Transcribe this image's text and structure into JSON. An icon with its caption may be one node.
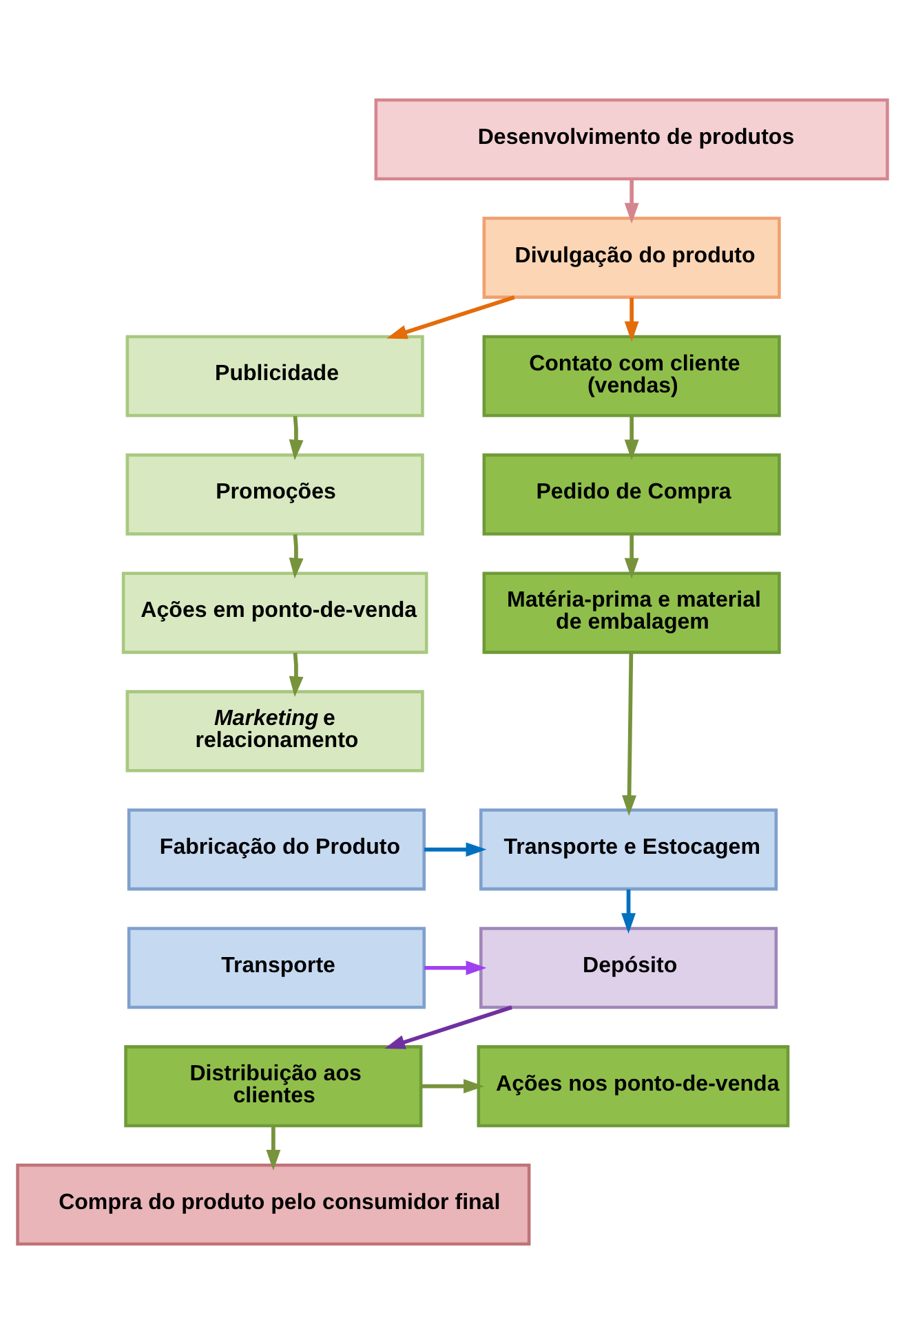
{
  "diagram": {
    "nodes": [
      {
        "text": [
          "Desenvolvimento de produtos"
        ]
      },
      {
        "text": [
          "Divulgação do produto"
        ]
      },
      {
        "text": [
          "Contato com cliente (vendas)"
        ]
      },
      {
        "text": [
          "Publicidade"
        ]
      },
      {
        "text": [
          "Pedido de Compra"
        ]
      },
      {
        "text": [
          "Promoções"
        ]
      },
      {
        "text": [
          "Ações em ponto-de-venda"
        ]
      },
      {
        "text": [
          "Matéria-prima e material de embalagem"
        ]
      },
      {
        "text": [
          "*Marketing* e relacionamento"
        ]
      },
      {
        "text": [
          "Transporte e Estocagem"
        ]
      },
      {
        "text": [
          "Fabricação do Produto"
        ]
      },
      {
        "text": [
          "Depósito"
        ]
      },
      {
        "text": [
          "Transporte"
        ]
      },
      {
        "text": [
          "Distribuição aos clientes"
        ]
      },
      {
        "text": [
          "Ações nos ponto-de-venda"
        ]
      },
      {
        "text": [
          "Compra do produto pelo consumidor final"
        ]
      }
    ],
    "edges": [
      {
        "from": 0,
        "to": 1,
        "arrow": "to",
        "color": "#d4868f"
      },
      {
        "from": 1,
        "to": 2,
        "arrow": "to",
        "color": "#e46c0a"
      },
      {
        "from": 1,
        "to": 3,
        "arrow": "to",
        "color": "#e46c0a"
      },
      {
        "from": 2,
        "to": 4,
        "arrow": "to"
      },
      {
        "from": 3,
        "to": 5,
        "arrow": "to"
      },
      {
        "from": 5,
        "to": 6,
        "arrow": "to"
      },
      {
        "from": 4,
        "to": 7,
        "arrow": "to"
      },
      {
        "from": 6,
        "to": 8,
        "arrow": "to"
      },
      {
        "from": 7,
        "to": 9,
        "arrow": "to"
      },
      {
        "from": 10,
        "to": 9,
        "arrow": "to",
        "color": "#0070c0"
      },
      {
        "from": 9,
        "to": 11,
        "arrow": "to",
        "color": "#0070c0"
      },
      {
        "from": 12,
        "to": 11,
        "arrow": "to",
        "color": "#a040f0"
      },
      {
        "from": 11,
        "to": 13,
        "arrow": "to",
        "color": "#7030a0"
      },
      {
        "from": 13,
        "to": 14,
        "arrow": "to"
      },
      {
        "from": 13,
        "to": 15,
        "arrow": "to"
      }
    ]
  }
}
